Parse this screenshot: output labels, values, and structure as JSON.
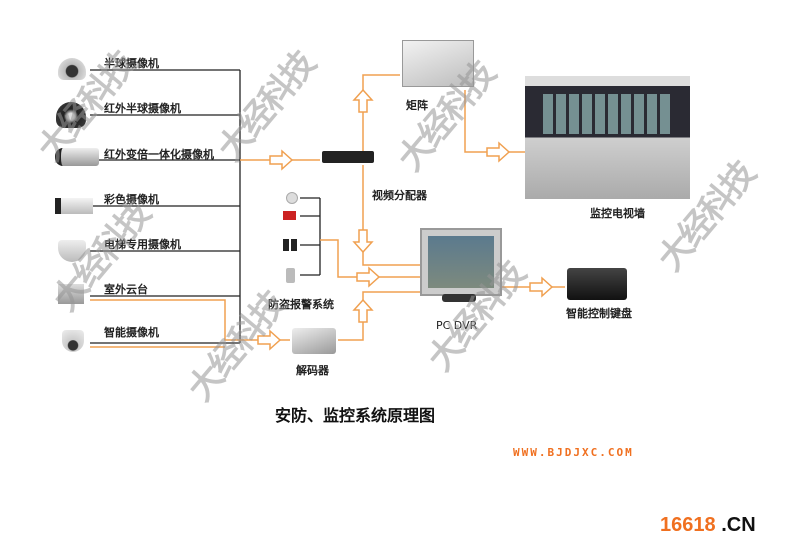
{
  "title": "安防、监控系统原理图",
  "cameras": [
    {
      "label": "半球摄像机",
      "icon": "dome-camera-icon"
    },
    {
      "label": "红外半球摄像机",
      "icon": "ir-dome-camera-icon"
    },
    {
      "label": "红外变倍一体化摄像机",
      "icon": "ir-zoom-camera-icon"
    },
    {
      "label": "彩色摄像机",
      "icon": "color-camera-icon"
    },
    {
      "label": "电梯专用摄像机",
      "icon": "elevator-camera-icon"
    },
    {
      "label": "室外云台",
      "icon": "outdoor-ptz-icon"
    },
    {
      "label": "智能摄像机",
      "icon": "smart-camera-icon"
    }
  ],
  "devices": {
    "matrix": "矩阵",
    "splitter": "视频分配器",
    "video_wall": "监控电视墙",
    "alarm": "防盗报警系统",
    "decoder": "解码器",
    "dvr": "PC DVR",
    "keyboard": "智能控制键盘"
  },
  "watermark": "大经科技",
  "url": "WWW.BJDJXC.COM",
  "logo": {
    "num": "16618",
    "suffix": ".CN"
  },
  "colors": {
    "line": "#222222",
    "flow": "#f0a050",
    "accent": "#f07020"
  }
}
